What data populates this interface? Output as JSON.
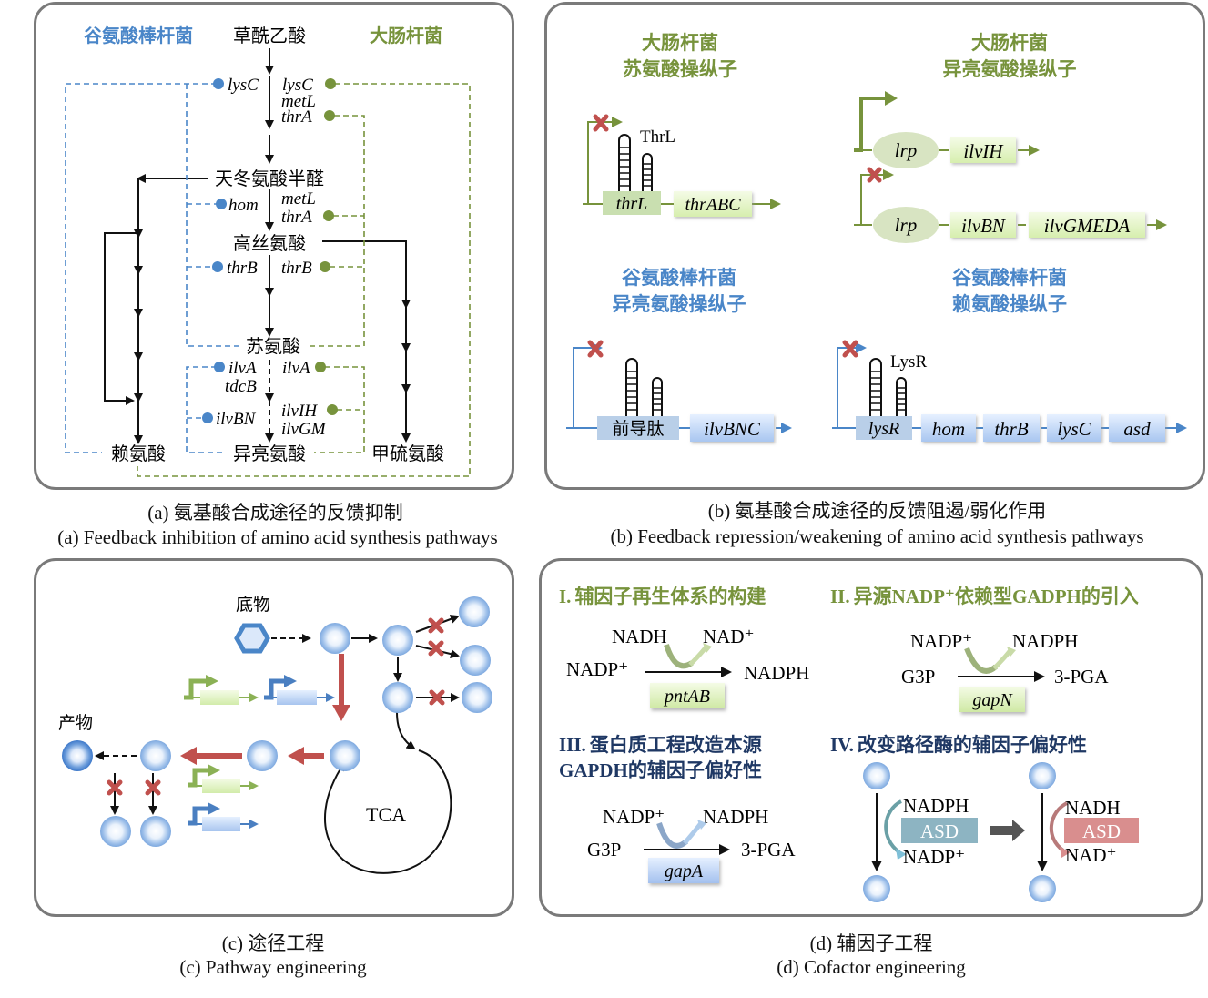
{
  "colors": {
    "blue": "#4a86c8",
    "green": "#77933c",
    "red": "#c0504d",
    "black": "#111111",
    "panel_border": "#7a7a7a",
    "roman_blue": "#1f3864",
    "asd_teal": "#8db4c2",
    "asd_pink": "#d98e8e"
  },
  "panel_a": {
    "title_left": "谷氨酸棒杆菌",
    "title_right": "大肠杆菌",
    "nodes": {
      "oaa": "草酰乙酸",
      "asa": "天冬氨酸半醛",
      "hse": "高丝氨酸",
      "thr": "苏氨酸",
      "lys": "赖氨酸",
      "ile": "异亮氨酸",
      "met": "甲硫氨酸"
    },
    "genes_left": [
      "lysC",
      "hom",
      "thrB",
      "ilvA",
      "tdcB",
      "ilvBN"
    ],
    "genes_right": [
      "lysC",
      "metL",
      "thrA",
      "metL",
      "thrA",
      "thrB",
      "ilvA",
      "ilvIH",
      "ilvGM"
    ],
    "caption_cn": "(a) 氨基酸合成途径的反馈抑制",
    "caption_en": "(a) Feedback inhibition of amino acid synthesis pathways"
  },
  "panel_b": {
    "ecoli_thr": {
      "title1": "大肠杆菌",
      "title2": "苏氨酸操纵子",
      "leader_label": "ThrL",
      "genes": [
        "thrL",
        "thrABC"
      ]
    },
    "ecoli_ile": {
      "title1": "大肠杆菌",
      "title2": "异亮氨酸操纵子",
      "row1": [
        "lrp",
        "ilvIH"
      ],
      "row2": [
        "lrp",
        "ilvBN",
        "ilvGMEDA"
      ]
    },
    "cg_ile": {
      "title1": "谷氨酸棒杆菌",
      "title2": "异亮氨酸操纵子",
      "genes": [
        "前导肽",
        "ilvBNC"
      ]
    },
    "cg_lys": {
      "title1": "谷氨酸棒杆菌",
      "title2": "赖氨酸操纵子",
      "leader_label": "LysR",
      "genes": [
        "lysR",
        "hom",
        "thrB",
        "lysC",
        "asd"
      ]
    },
    "caption_cn": "(b) 氨基酸合成途径的反馈阻遏/弱化作用",
    "caption_en": "(b) Feedback repression/weakening of amino acid synthesis pathways"
  },
  "panel_c": {
    "substrate": "底物",
    "product": "产物",
    "cycle": "TCA",
    "caption_cn": "(c) 途径工程",
    "caption_en": "(c) Pathway engineering"
  },
  "panel_d": {
    "s1": {
      "num": "I.",
      "title": "辅因子再生体系的构建",
      "top_left": "NADH",
      "top_right": "NAD⁺",
      "left": "NADP⁺",
      "right": "NADPH",
      "enzyme": "pntAB"
    },
    "s2": {
      "num": "II.",
      "title_a": "异源",
      "title_b": "NADP⁺",
      "title_c": "依赖型",
      "title_d": "GADPH",
      "title_e": "的引入",
      "top_left": "NADP⁺",
      "top_right": "NADPH",
      "left": "G3P",
      "right": "3-PGA",
      "enzyme": "gapN"
    },
    "s3": {
      "num": "III.",
      "title_1": "蛋白质工程改造本源",
      "title_2a": "GAPDH",
      "title_2b": "的辅因子偏好性",
      "top_left": "NADP⁺",
      "top_right": "NADPH",
      "left": "G3P",
      "right": "3-PGA",
      "enzyme": "gapA"
    },
    "s4": {
      "num": "IV.",
      "title": "改变路径酶的辅因子偏好性",
      "left_top": "NADPH",
      "left_enzyme": "ASD",
      "left_bottom": "NADP⁺",
      "right_top": "NADH",
      "right_enzyme": "ASD",
      "right_bottom": "NAD⁺"
    },
    "caption_cn": "(d) 辅因子工程",
    "caption_en": "(d) Cofactor engineering"
  }
}
